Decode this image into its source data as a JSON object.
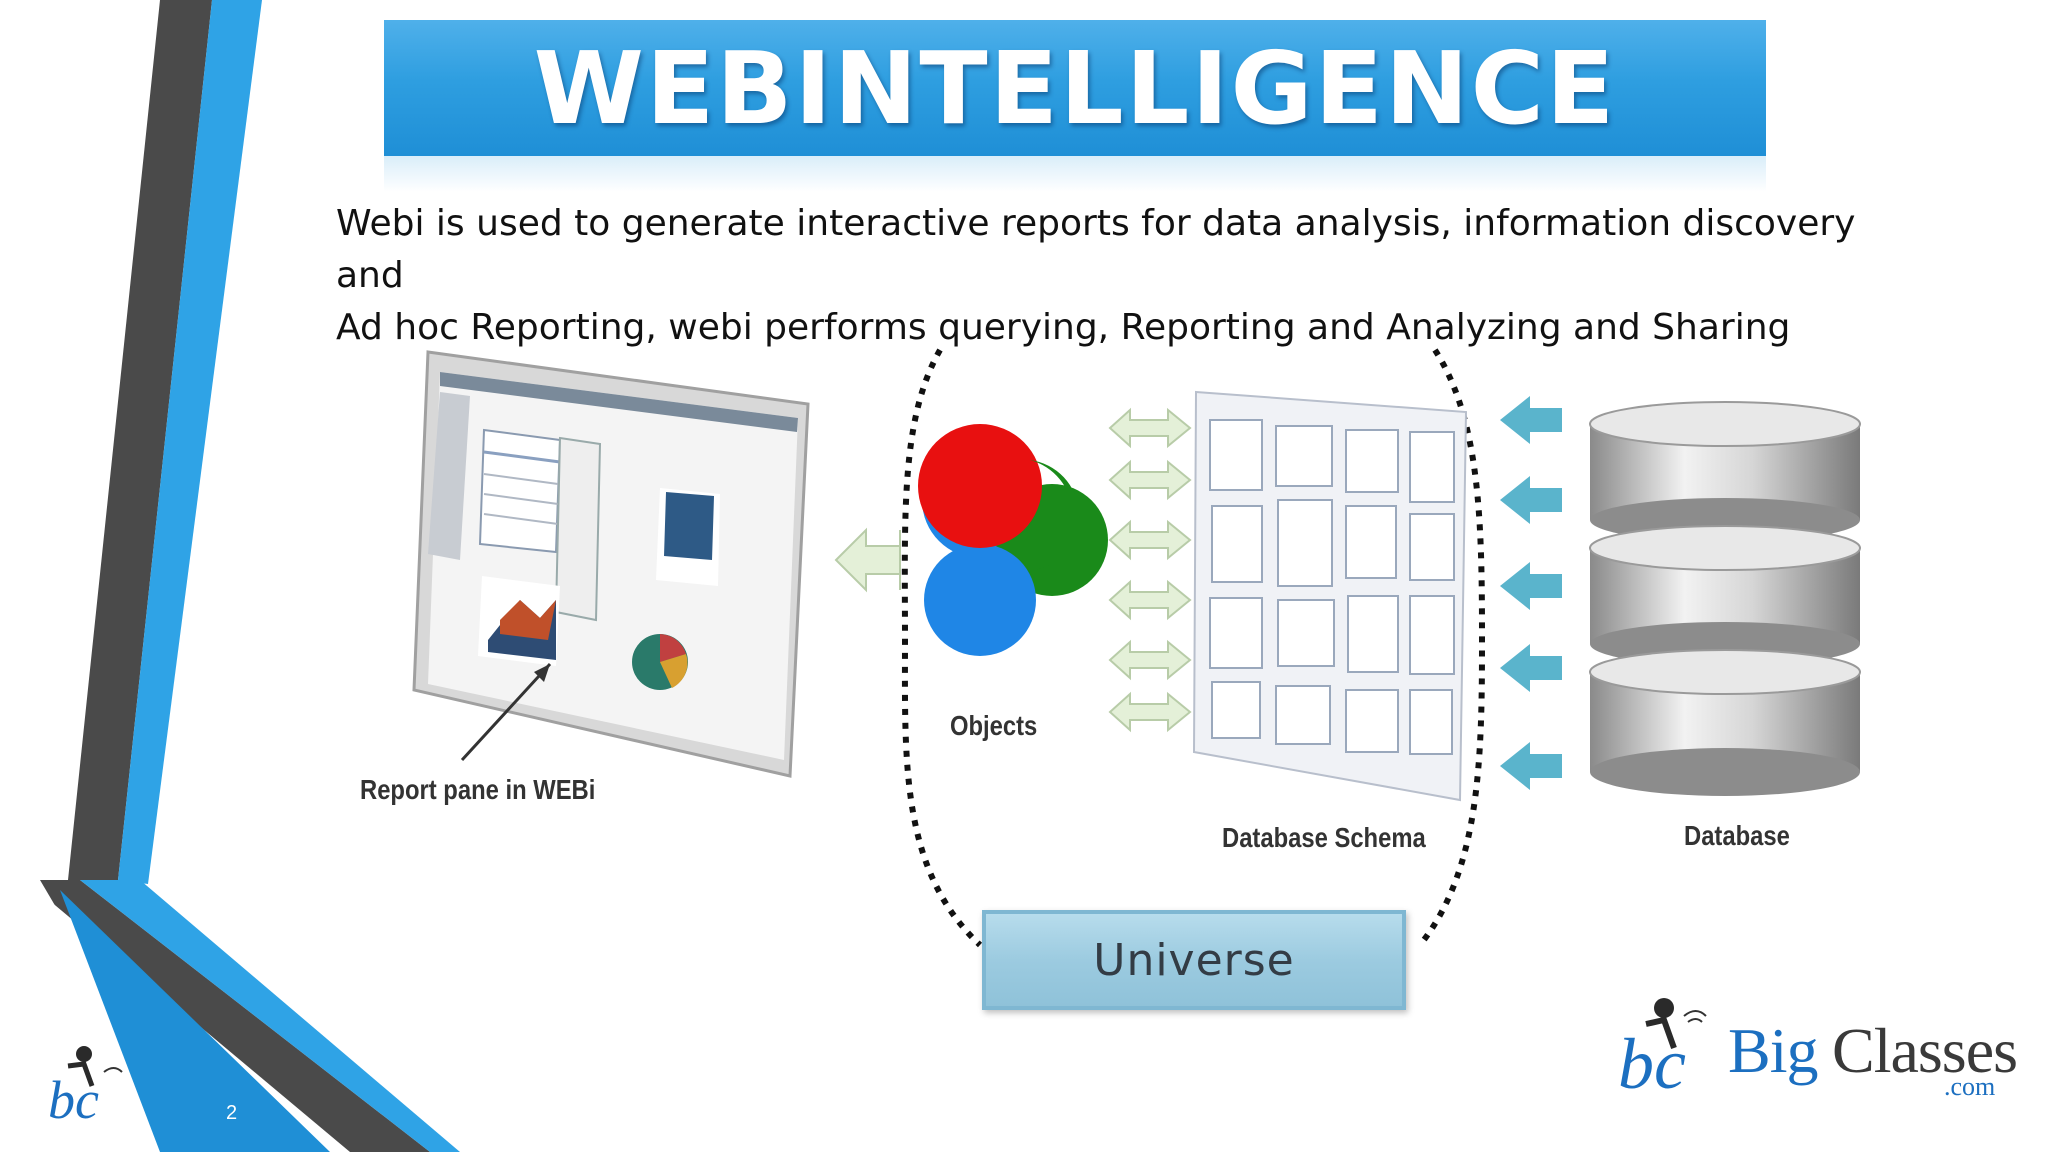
{
  "slide": {
    "title": "WEBINTELLIGENCE",
    "body_lines": [
      "Webi is used to generate interactive reports for data analysis, information discovery and",
      "Ad hoc Reporting, webi performs querying, Reporting and Analyzing and Sharing"
    ],
    "page_number": "2"
  },
  "diagram": {
    "report_pane_label": "Report pane in WEBi",
    "objects_label": "Objects",
    "schema_label": "Database Schema",
    "database_label": "Database",
    "universe_label": "Universe"
  },
  "brand": {
    "big": "Big",
    "classes": "Classes",
    "com": ".com"
  },
  "colors": {
    "accent_blue": "#2e9ee0",
    "frame_dark": "#4a4a4a",
    "circle_red": "#e81010",
    "circle_green": "#1a8a1a",
    "circle_blue": "#1f86e6"
  }
}
